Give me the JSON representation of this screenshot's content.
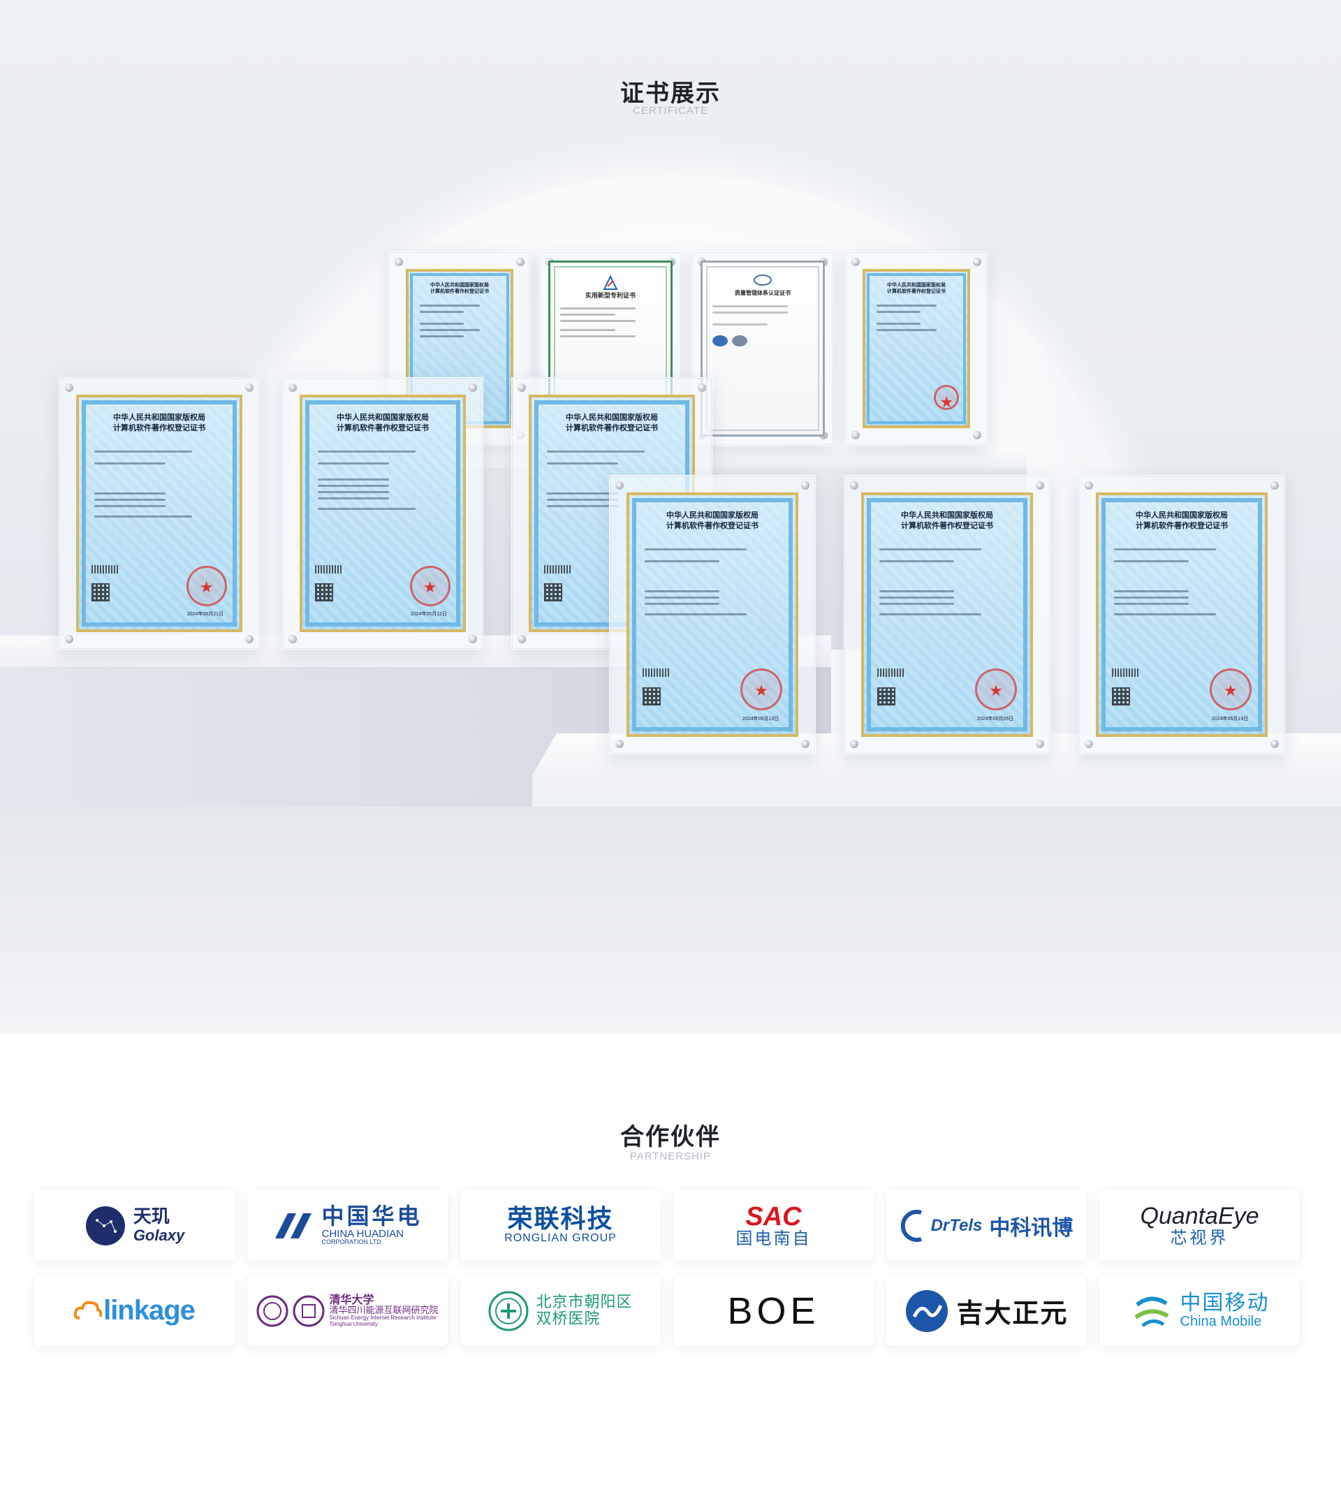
{
  "certificate_section": {
    "title": "证书展示",
    "subtitle": "CERTIFICATE",
    "certificates": [
      {
        "h1": "中华人民共和国国家版权局",
        "h2": "计算机软件著作权登记证书",
        "date": "2024年08月21日"
      },
      {
        "h1": "中华人民共和国国家版权局",
        "h2": "计算机软件著作权登记证书",
        "date": "2024年05月12日"
      },
      {
        "h1": "中华人民共和国国家版权局",
        "h2": "计算机软件著作权登记证书",
        "date": ""
      },
      {
        "h1": "中华人民共和国国家版权局",
        "h2": "计算机软件著作权登记证书",
        "date": "2024年06月13日"
      },
      {
        "h1": "中华人民共和国国家版权局",
        "h2": "计算机软件著作权登记证书",
        "date": "2024年06月05日"
      },
      {
        "h1": "中华人民共和国国家版权局",
        "h2": "计算机软件著作权登记证书",
        "date": "2024年06月19日"
      },
      {
        "h1": "中华人民共和国国家版权局",
        "h2": "计算机软件著作权登记证书",
        "date": ""
      },
      {
        "h1": "",
        "h2": "实用新型专利证书",
        "date": ""
      },
      {
        "h1": "",
        "h2": "质量管理体系认证证书",
        "date": ""
      },
      {
        "h1": "中华人民共和国国家版权局",
        "h2": "计算机软件著作权登记证书",
        "date": ""
      }
    ]
  },
  "partnership_section": {
    "title": "合作伙伴",
    "subtitle": "PARTNERSHIP",
    "partners": [
      {
        "zh": "天玑",
        "en": "Golaxy",
        "color": "#1f2d6b"
      },
      {
        "zh": "中国华电",
        "en": "CHINA HUADIAN",
        "en2": "CORPORATION LTD.",
        "color": "#1b4c9a"
      },
      {
        "zh": "荣联科技",
        "en": "RONGLIAN GROUP",
        "color": "#0d4fa0"
      },
      {
        "mark": "SAC",
        "zh": "国电南自",
        "color": "#d7181f",
        "color2": "#1c5fb0"
      },
      {
        "mark": "DrTels",
        "zh": "中科讯博",
        "color": "#1c56a8"
      },
      {
        "mark": "QuantaEye",
        "zh": "芯视界",
        "color": "#1a1f2b",
        "color2": "#1c5fb0"
      },
      {
        "mark": "linkage",
        "color": "#2f8fd9",
        "color2": "#f08a1c"
      },
      {
        "zh": "清华大学",
        "zh2": "清华四川能源互联网研究院",
        "en": "Sichuan Energy Internet Research Institute",
        "en2": "Tsinghua University",
        "color": "#6b2a7f"
      },
      {
        "zh": "北京市朝阳区",
        "zh2": "双桥医院",
        "color": "#1d9a72"
      },
      {
        "mark": "BOE",
        "color": "#111111"
      },
      {
        "zh": "吉大正元",
        "color": "#111111",
        "color2": "#1c56a8"
      },
      {
        "zh": "中国移动",
        "en": "China Mobile",
        "color": "#1a8fce",
        "color2": "#7bc043"
      }
    ]
  }
}
